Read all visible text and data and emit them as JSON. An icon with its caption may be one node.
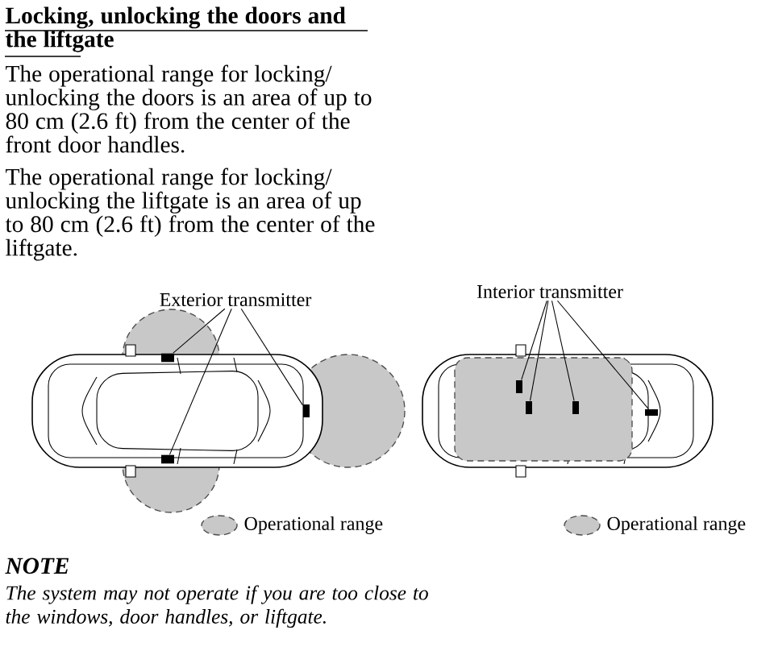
{
  "diagram": {
    "title": "Locking, unlocking the doors and the liftgate",
    "nodes": [
      {
        "text": [
          "Exterior transmitter"
        ]
      },
      {
        "text": [],
        "shape": "box"
      },
      {
        "text": [],
        "shape": "box"
      },
      {
        "text": [],
        "shape": "box"
      },
      {
        "text": [
          "Interior transmitter"
        ]
      },
      {
        "text": [],
        "shape": "box"
      },
      {
        "text": [],
        "shape": "box"
      },
      {
        "text": [],
        "shape": "box"
      },
      {
        "text": [],
        "shape": "box"
      }
    ],
    "edges": [
      {
        "from": 0,
        "to": 1,
        "arrow": "none"
      },
      {
        "from": 0,
        "to": 2,
        "arrow": "none"
      },
      {
        "from": 0,
        "to": 3,
        "arrow": "none"
      },
      {
        "from": 4,
        "to": 5,
        "arrow": "none"
      },
      {
        "from": 4,
        "to": 6,
        "arrow": "none"
      },
      {
        "from": 4,
        "to": 7,
        "arrow": "none"
      },
      {
        "from": 4,
        "to": 8,
        "arrow": "none"
      }
    ],
    "labels": [
      "The operational range for locking/ unlocking the doors is an area of up to 80 cm (2.6 ft) from the center of the front door handles.",
      "The operational range for locking/ unlocking the liftgate is an area of up to 80 cm (2.6 ft) from the center of the liftgate.",
      "NOTE",
      "The system may not operate if you are too close to the windows, door handles, or liftgate."
    ],
    "legend": [
      {
        "text": "Operational range",
        "color": "#c8c8c8"
      },
      {
        "text": "Operational range",
        "color": "#c8c8c8"
      }
    ]
  }
}
